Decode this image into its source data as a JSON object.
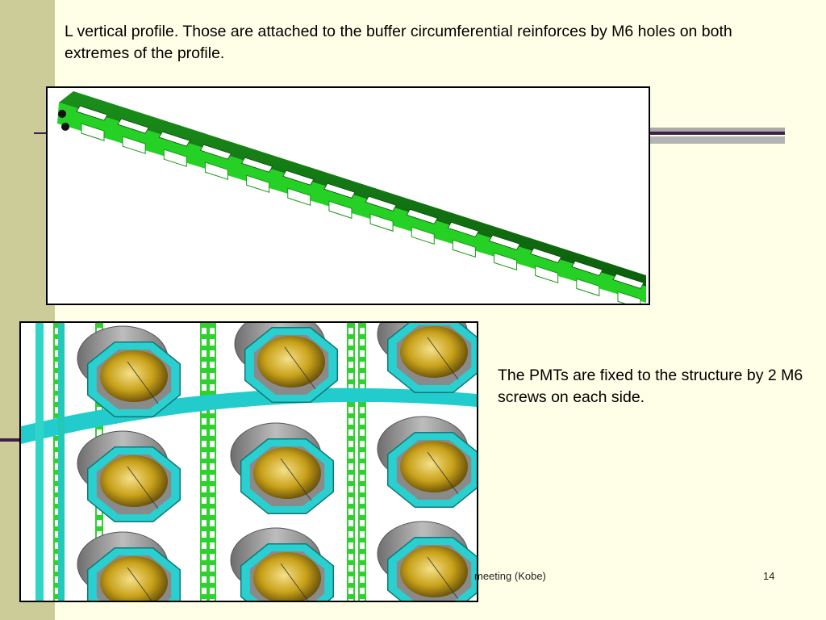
{
  "slide": {
    "title": "L vertical profile. Those are attached to the buffer circumferential reinforces by M6 holes on both extremes of the profile.",
    "body": "The PMTs are fixed to the structure by 2 M6 screws on each side.",
    "footer": "meeting (Kobe)",
    "page_number": "14"
  },
  "colors": {
    "background": "#fffee6",
    "left_band": "#cccc99",
    "accent_rule": "#3d1f47",
    "profile_green": "#22cc22",
    "profile_dark_green": "#0b6b0b",
    "ring_cyan": "#22cccc",
    "pmt_gray": "#9a9a9a",
    "pmt_gold": "#c9a21a"
  },
  "images": {
    "profile_render": "l-profile-3d-render",
    "pmt_render": "pmt-mounting-3d-render"
  }
}
